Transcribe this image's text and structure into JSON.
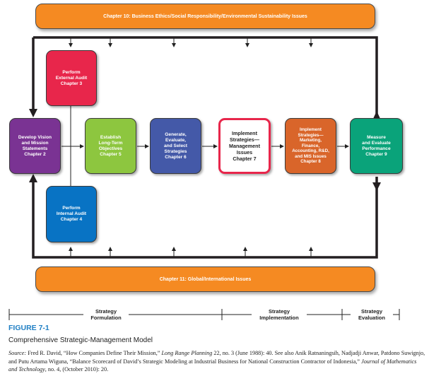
{
  "top_bar": {
    "label": "Chapter 10: Business Ethics/Social Responsibility/Environmental Sustainability Issues"
  },
  "bottom_bar": {
    "label": "Chapter 11:  Global/International Issues"
  },
  "boxes": {
    "external_audit": {
      "label": "Perform\nExternal Audit\nChapter 3",
      "color": "#e8264b"
    },
    "vision_mission": {
      "label": "Develop Vision\nand Mission\nStatements\nChapter 2",
      "color": "#7a3393"
    },
    "long_term_objectives": {
      "label": "Establish\nLong-Term\nObjectives\nChapter 5",
      "color": "#8dc63f"
    },
    "generate_strategies": {
      "label": "Generate,\nEvaluate,\nand Select\nStrategies\nChapter 6",
      "color": "#4459a8"
    },
    "implement_management": {
      "label": "Implement\nStrategies—\nManagement\nIssues\nChapter 7",
      "color": "#ffffff",
      "border": "#e8264b"
    },
    "implement_functional": {
      "label": "Implement\nStrategies—\nMarketing,\nFinance,\nAccounting, R&D,\nand MIS Issues\nChapter 8",
      "color": "#d9652a"
    },
    "measure_evaluate": {
      "label": "Measure\nand Evaluate\nPerformance\nChapter 9",
      "color": "#0aa37a"
    },
    "internal_audit": {
      "label": "Perform\nInternal Audit\nChapter 4",
      "color": "#0873c4"
    }
  },
  "timeline": {
    "phases": [
      {
        "label": "Strategy\nFormulation"
      },
      {
        "label": "Strategy\nImplementation"
      },
      {
        "label": "Strategy\nEvaluation"
      }
    ]
  },
  "figure": {
    "number": "FIGURE 7-1",
    "title": "Comprehensive Strategic-Management Model",
    "source_label": "Source:",
    "source_text_1": " Fred R. David, “How Companies Define Their Mission,” ",
    "source_journal_1": "Long Range Planning",
    "source_text_2": " 22, no. 3 (June 1988): 40. See also Anik Ratnaningsih, Nadjadji Anwar, Patdono Suwignjo, and Putu Artama Wiguna, “Balance Scorecard of David’s Strategic Modeling at Industrial Business for National Construction Contractor of Indonesia,” ",
    "source_journal_2": "Journal of Mathematics and Technology",
    "source_text_3": ", no. 4, (October 2010): 20."
  }
}
